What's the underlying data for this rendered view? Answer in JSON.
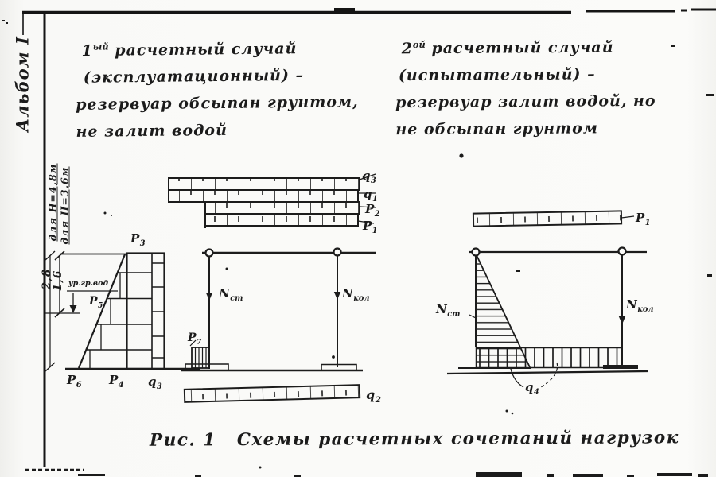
{
  "page": {
    "album_label": "Альбом I",
    "caption_fig": "Рис. 1",
    "caption_text": "Схемы расчетных сочетаний нагрузок"
  },
  "colors": {
    "ink": "#1b1b1b",
    "paper": "#f9f9f7"
  },
  "case1": {
    "num": "1",
    "sup": "ый",
    "line1": " расчетный случай",
    "line2": "(эксплуатационный) –",
    "line3": "резервуар обсыпан грунтом,",
    "line4": "не залит водой"
  },
  "case2": {
    "num": "2",
    "sup": "ой",
    "line1": " расчетный случай",
    "line2": "(испытательный) –",
    "line3": "резервуар залит водой, но",
    "line4": "не обсыпан грунтом"
  },
  "dimensions": {
    "h48": "для H=4,8м",
    "h36": "для H=3,6м",
    "d28": "2,8",
    "d16": "1,6",
    "water_level": "ур.гр.вод"
  },
  "loads": {
    "q3_top": {
      "main": "q",
      "sub": "3"
    },
    "q1_top": {
      "main": "q",
      "sub": "1"
    },
    "p2_top": {
      "main": "P",
      "sub": "2"
    },
    "p1_top": {
      "main": "P",
      "sub": "1"
    },
    "p3_wall": {
      "main": "P",
      "sub": "3"
    },
    "p5": {
      "main": "P",
      "sub": "5"
    },
    "p6": {
      "main": "P",
      "sub": "6"
    },
    "p4": {
      "main": "P",
      "sub": "4"
    },
    "q3_bot": {
      "main": "q",
      "sub": "3"
    },
    "p7": {
      "main": "P",
      "sub": "7"
    },
    "nst_mid": {
      "main": "N",
      "sub": "ст"
    },
    "nkol_mid": {
      "main": "N",
      "sub": "кол"
    },
    "q2": {
      "main": "q",
      "sub": "2"
    },
    "p1_right": {
      "main": "P",
      "sub": "1"
    },
    "nst_right": {
      "main": "N",
      "sub": "ст"
    },
    "nkol_right": {
      "main": "N",
      "sub": "кол"
    },
    "q4": {
      "main": "q",
      "sub": "4"
    }
  }
}
